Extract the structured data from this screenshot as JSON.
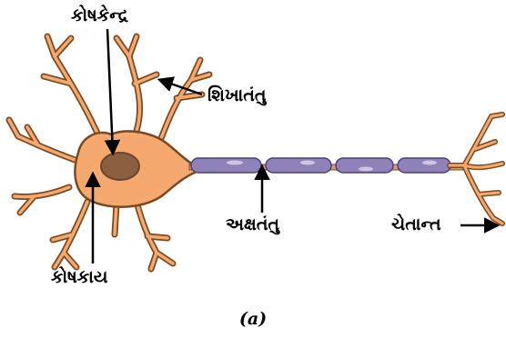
{
  "labels": {
    "nucleus": "કોષકેન્દ્ર",
    "dendrite": "શિખાતંતુ",
    "axon": "અક્ષતંતુ",
    "cell_body": "કોષકાય",
    "nerve_ending": "ચેતાન્ત"
  },
  "caption": "(a)",
  "colors": {
    "cell_fill": "#f5a96e",
    "cell_outline": "#7a4a22",
    "nucleus": "#8a6040",
    "myelin": "#8e82b8",
    "axon_core": "#d89a6a",
    "label_text": "#000000"
  }
}
